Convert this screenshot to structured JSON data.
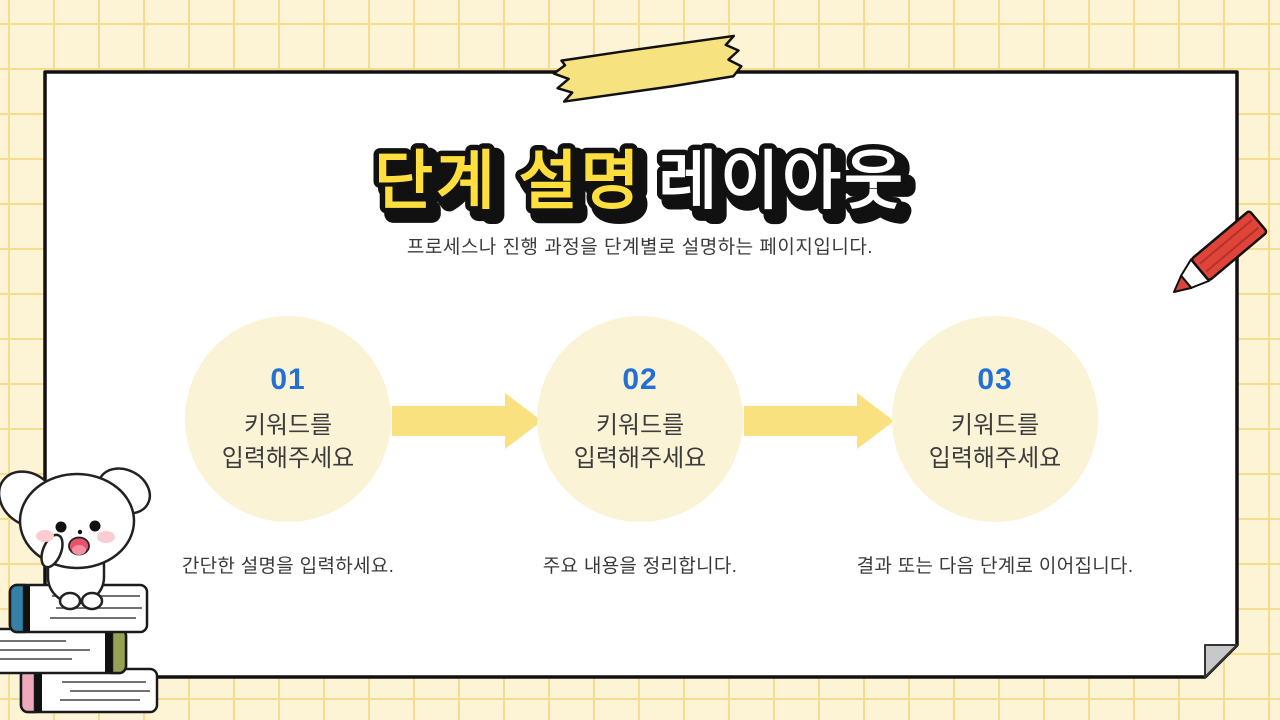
{
  "slide": {
    "title": {
      "highlight": "단계 설명",
      "rest": "레이아웃"
    },
    "subtitle": "프로세스나 진행 과정을 단계별로 설명하는 페이지입니다."
  },
  "steps": [
    {
      "number": "01",
      "keyword_line1": "키워드를",
      "keyword_line2": "입력해주세요",
      "caption": "간단한 설명을 입력하세요."
    },
    {
      "number": "02",
      "keyword_line1": "키워드를",
      "keyword_line2": "입력해주세요",
      "caption": "주요 내용을 정리합니다."
    },
    {
      "number": "03",
      "keyword_line1": "키워드를",
      "keyword_line2": "입력해주세요",
      "caption": "결과 또는 다음 단계로 이어집니다."
    }
  ],
  "decorations": {
    "tape": "washi-tape-icon",
    "pencil": "red-pencil-icon",
    "mascot": "puppy-on-books-icon",
    "fold": "folded-corner"
  },
  "colors": {
    "background": "#FDF4D6",
    "grid_line": "#F7DC8F",
    "card": "#FFFFFF",
    "card_border": "#111111",
    "title_highlight": "#FFDE3D",
    "title_rest": "#FFFFFF",
    "step_number": "#2170D8",
    "circle_fill": "#FBF3D6",
    "arrow": "#FAE180",
    "tape": "#F6E27E",
    "pencil": "#E04438",
    "book_spine_blue": "#3480A8",
    "book_spine_olive": "#97A254",
    "book_spine_pink": "#EFA9BC",
    "fold_gray": "#C8C8C8"
  }
}
